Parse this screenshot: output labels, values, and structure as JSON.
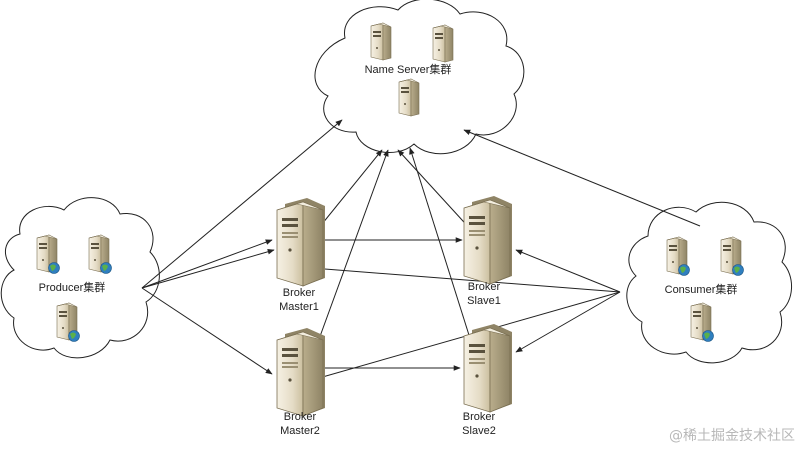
{
  "clusters": {
    "name_server": "Name Server集群",
    "producer": "Producer集群",
    "consumer": "Consumer集群"
  },
  "brokers": {
    "master1": [
      "Broker",
      "Master1"
    ],
    "slave1": [
      "Broker",
      "Slave1"
    ],
    "master2": [
      "Broker",
      "Master2"
    ],
    "slave2": [
      "Broker",
      "Slave2"
    ]
  },
  "watermark": "@稀土掘金技术社区"
}
